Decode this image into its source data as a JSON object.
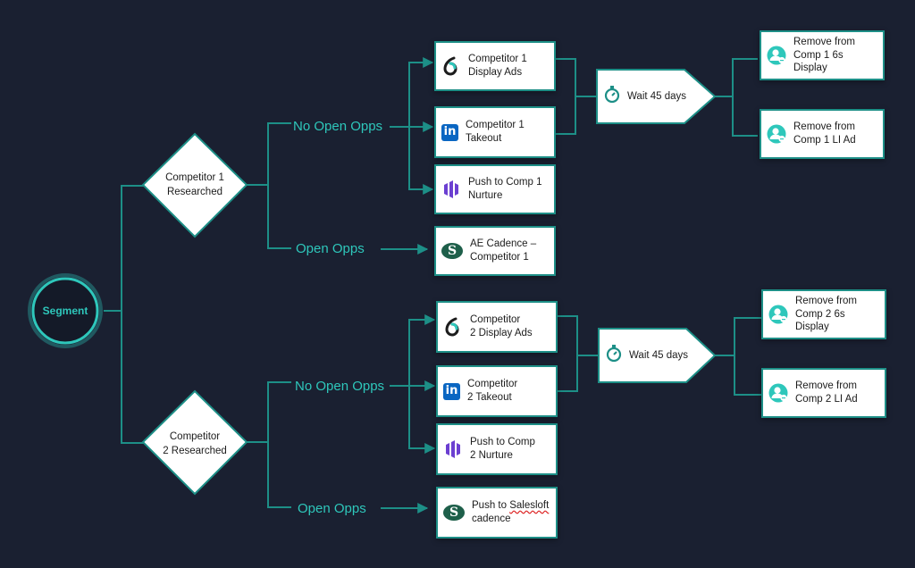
{
  "segment": "Segment",
  "branches": [
    {
      "decision": "Competitor 1\nResearched",
      "no_open_opps_label": "No Open Opps",
      "open_opps_label": "Open Opps",
      "actions": {
        "display_ads": "Competitor 1\nDisplay Ads",
        "takeout": "Competitor 1\nTakeout",
        "nurture": "Push to Comp 1\nNurture",
        "cadence": "AE Cadence –\nCompetitor 1"
      },
      "wait": "Wait 45 days",
      "removals": {
        "display": "Remove from\nComp 1 6s\nDisplay",
        "li": "Remove from\nComp 1 LI Ad"
      }
    },
    {
      "decision": "Competitor\n2 Researched",
      "no_open_opps_label": "No Open Opps",
      "open_opps_label": "Open Opps",
      "actions": {
        "display_ads": "Competitor\n2  Display Ads",
        "takeout": "Competitor\n2 Takeout",
        "nurture": "Push to Comp\n2 Nurture",
        "cadence_prefix": "Push to ",
        "cadence_word": "Salesloft",
        "cadence_suffix": "\ncadence"
      },
      "wait": "Wait 45 days",
      "removals": {
        "display": "Remove from\nComp 2 6s\nDisplay",
        "li": "Remove from\nComp 2 LI Ad"
      }
    }
  ],
  "icons": {
    "display_ads": "sixsense-icon",
    "takeout": "linkedin-icon",
    "nurture": "marketo-icon",
    "cadence": "salesloft-icon",
    "wait": "stopwatch-icon",
    "removal": "remove-user-icon"
  },
  "colors": {
    "background": "#1a2031",
    "accent": "#2ec7bb",
    "connector": "#1d8f87",
    "card_border": "#1d8f87",
    "marketo": "#6b3fd1",
    "linkedin": "#0a66c2",
    "salesloft": "#1e5f4a"
  }
}
